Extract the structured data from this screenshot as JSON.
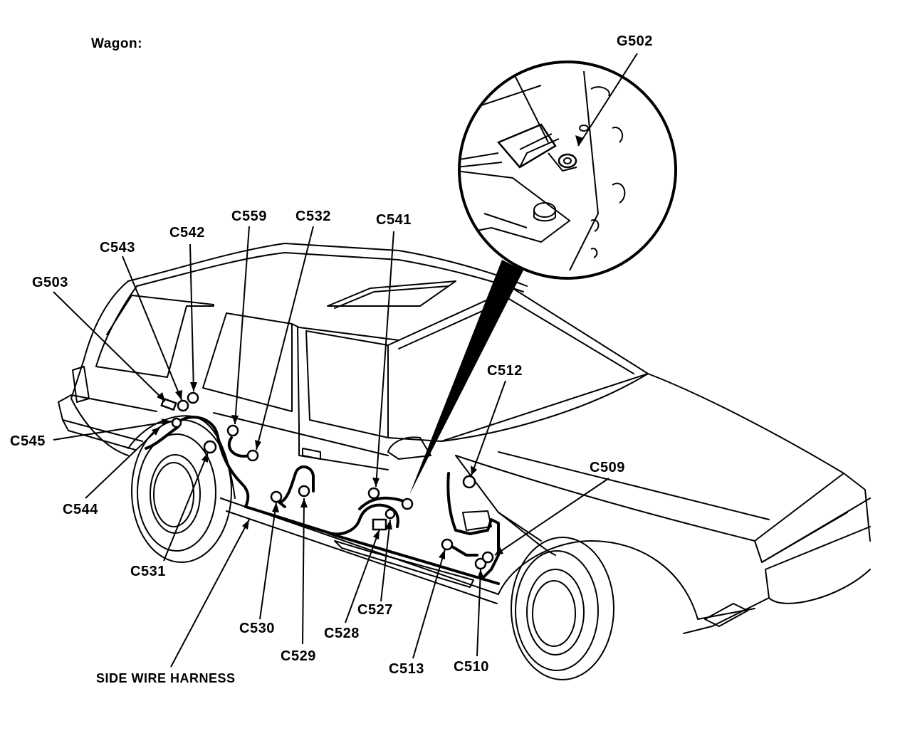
{
  "title": "Wagon:",
  "harness_label": "SIDE WIRE HARNESS",
  "callouts": {
    "G502": "G502",
    "C512": "C512",
    "C509": "C509",
    "C541": "C541",
    "C532": "C532",
    "C559": "C559",
    "C542": "C542",
    "C543": "C543",
    "G503": "G503",
    "C545": "C545",
    "C544": "C544",
    "C531": "C531",
    "C530": "C530",
    "C529": "C529",
    "C528": "C528",
    "C527": "C527",
    "C513": "C513",
    "C510": "C510"
  }
}
